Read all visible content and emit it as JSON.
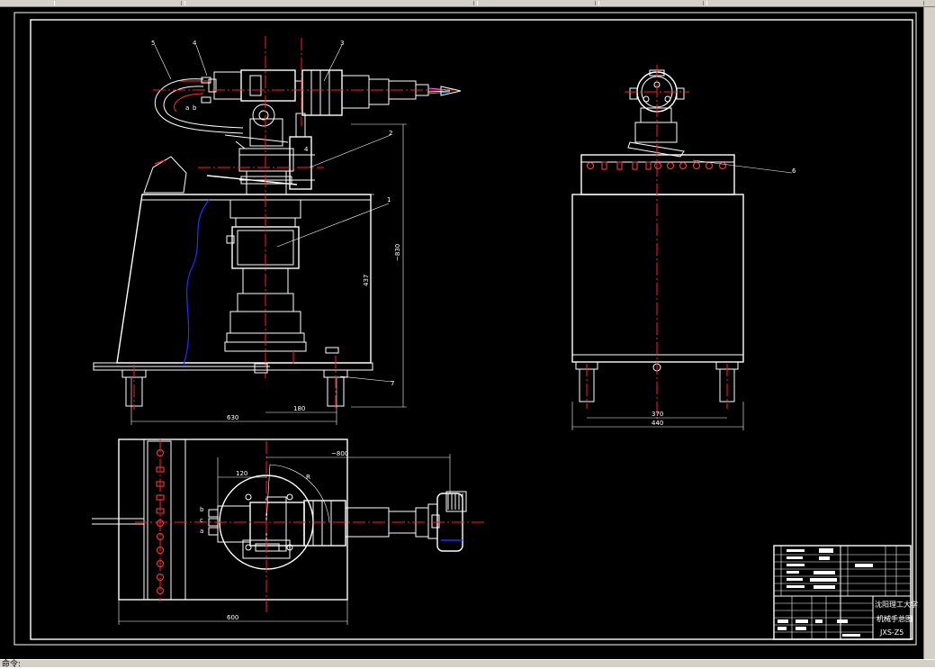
{
  "dimensions": {
    "v_total": "~830",
    "v_base": "437",
    "h_front_total": "630",
    "h_front_offset": "180",
    "side_inner": "370",
    "side_outer": "440",
    "plan_width": "600",
    "plan_arm": "120",
    "plan_radius": "~800",
    "plan_angle": "R"
  },
  "callouts": [
    "1",
    "2",
    "3",
    "4",
    "5",
    "6",
    "7"
  ],
  "hose_labels": {
    "a": "a",
    "b": "b",
    "c": "c"
  },
  "title_block": {
    "org": "沈阳理工大学",
    "name": "机械手总图",
    "code": "JXS-Z5"
  },
  "status": {
    "text": "命令:"
  },
  "colors": {
    "line": "#ffffff",
    "center": "#ff2020",
    "hidden": "#2030ff",
    "hole": "#ff4040",
    "background": "#000000"
  }
}
